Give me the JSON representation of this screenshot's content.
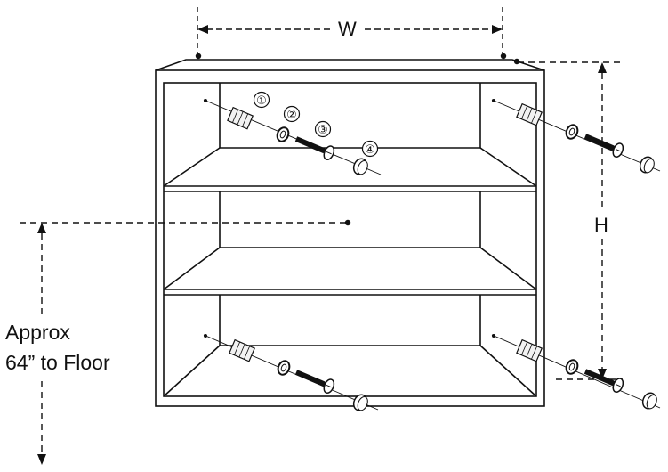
{
  "labels": {
    "width": "W",
    "height": "H",
    "floor_line1": "Approx",
    "floor_line2": "64” to Floor"
  },
  "callouts": [
    "①",
    "②",
    "③",
    "④"
  ],
  "colors": {
    "ink": "#111111",
    "background": "#ffffff"
  }
}
